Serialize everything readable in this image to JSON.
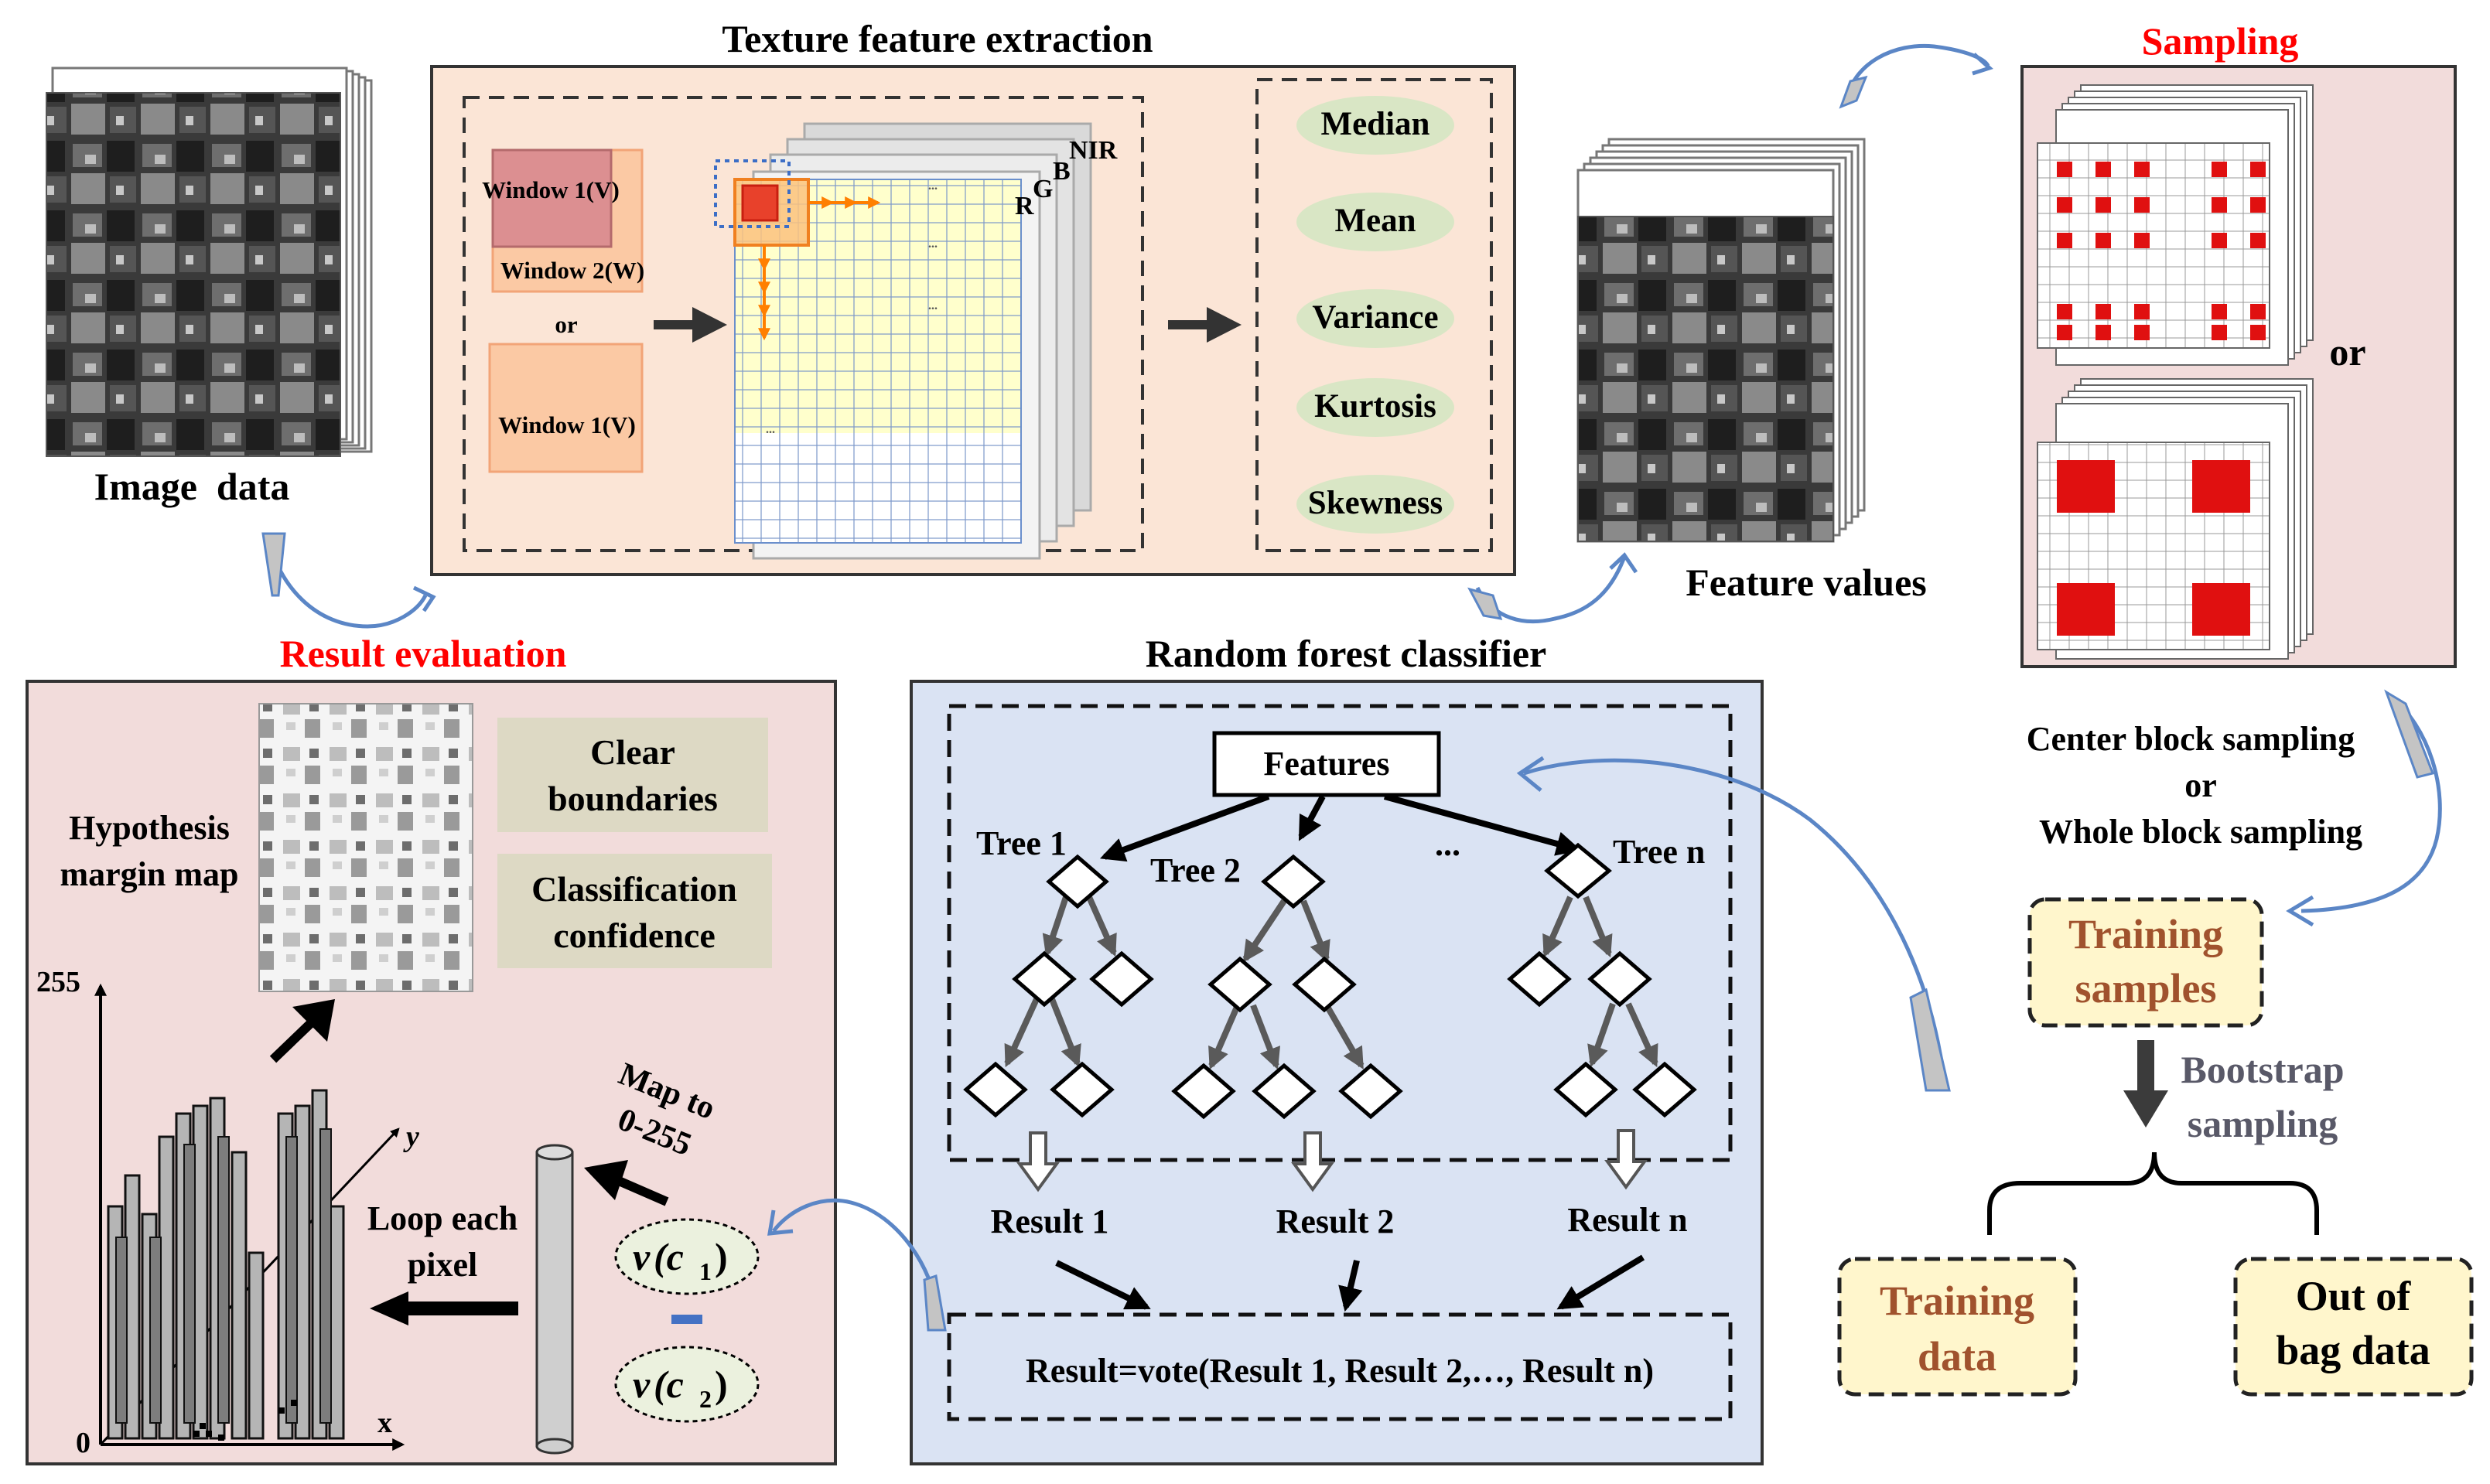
{
  "image_data": {
    "label": "Image  data"
  },
  "texture_extraction": {
    "title": "Texture feature extraction",
    "window_1_v": "Window 1(V)",
    "window_2_w": "Window 2(W)",
    "or_label": "or",
    "window_1_v_alt": "Window 1(V)",
    "bands": [
      "R",
      "G",
      "B",
      "NIR"
    ],
    "grid_ellipsis": "...",
    "features": [
      "Median",
      "Mean",
      "Variance",
      "Kurtosis",
      "Skewness"
    ]
  },
  "feature_values": {
    "label": "Feature values"
  },
  "sampling": {
    "title": "Sampling",
    "or_label": "or",
    "method_line1": "Center block sampling",
    "method_or": "or",
    "method_line2": "Whole block sampling"
  },
  "training": {
    "samples_line1": "Training",
    "samples_line2": "samples",
    "bootstrap_line1": "Bootstrap",
    "bootstrap_line2": "sampling",
    "training_data_line1": "Training",
    "training_data_line2": "data",
    "oob_line1": "Out of",
    "oob_line2": "bag data"
  },
  "random_forest": {
    "title": "Random forest classifier",
    "features_label": "Features",
    "trees": [
      "Tree 1",
      "Tree 2",
      "Tree n"
    ],
    "tree_ellipsis": "...",
    "results": [
      "Result 1",
      "Result 2",
      "Result n"
    ],
    "vote": "Result=vote(Result 1, Result 2,…, Result n)"
  },
  "result_evaluation": {
    "title": "Result evaluation",
    "margin_line1": "Hypothesis",
    "margin_line2": "margin map",
    "clear_line1": "Clear",
    "clear_line2": "boundaries",
    "conf_line1": "Classification",
    "conf_line2": "confidence",
    "axis_max": "255",
    "axis_zero": "0",
    "axis_x": "x",
    "axis_y": "y",
    "loop_line1": "Loop each",
    "loop_line2": "pixel",
    "map_line1": "Map to",
    "map_line2": "0-255",
    "v1_var": "v",
    "v1_arg": "(c",
    "v1_sub": "1",
    "v1_close": ")",
    "v2_var": "v",
    "v2_arg": "(c",
    "v2_sub": "2",
    "v2_close": ")"
  },
  "colors": {
    "texture_bg": "#fbe5d6",
    "sampling_bg": "#f2dcdb",
    "evaluation_bg": "#f2dcdb",
    "forest_bg": "#dae3f3",
    "feature_oval": "#d9e6c5",
    "callout_bg": "#ddd9c4",
    "training_bg": "#fff6cc",
    "red_title": "#ff0000",
    "brown_text": "#a0522d",
    "bootstrap_text": "#595968",
    "curved_arrow": "#5b86c6"
  }
}
